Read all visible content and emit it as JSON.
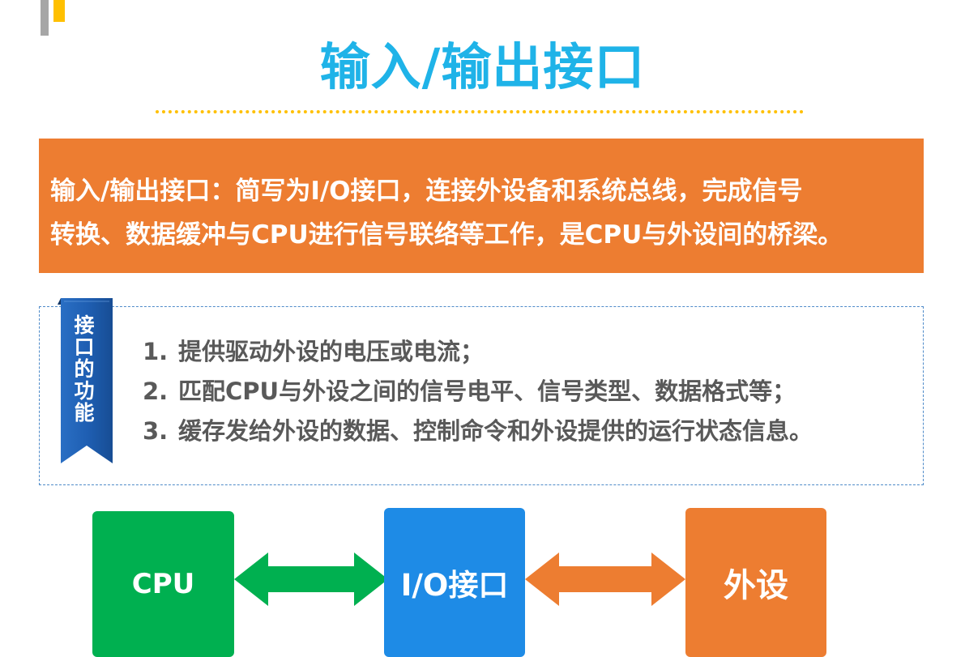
{
  "title": "输入/输出接口",
  "definition": {
    "line1": "输入/输出接口：简写为I/O接口，连接外设备和系统总线，完成信号",
    "line2": "转换、数据缓冲与CPU进行信号联络等工作，是CPU与外设间的桥梁。"
  },
  "functions": {
    "ribbon_label": "接口的功能",
    "items": [
      {
        "num": "1.",
        "text": "提供驱动外设的电压或电流；"
      },
      {
        "num": "2.",
        "text": "匹配CPU与外设之间的信号电平、信号类型、数据格式等；"
      },
      {
        "num": "3.",
        "text": "缓存发给外设的数据、控制命令和外设提供的运行状态信息。"
      }
    ]
  },
  "diagram": {
    "cpu": "CPU",
    "io": "I/O接口",
    "device": "外设"
  },
  "colors": {
    "title": "#1fb3e8",
    "orange": "#ed7d31",
    "green": "#00b050",
    "blue": "#1e8be6",
    "yellow": "#ffc000",
    "ribbon": "#1f5fb3"
  }
}
